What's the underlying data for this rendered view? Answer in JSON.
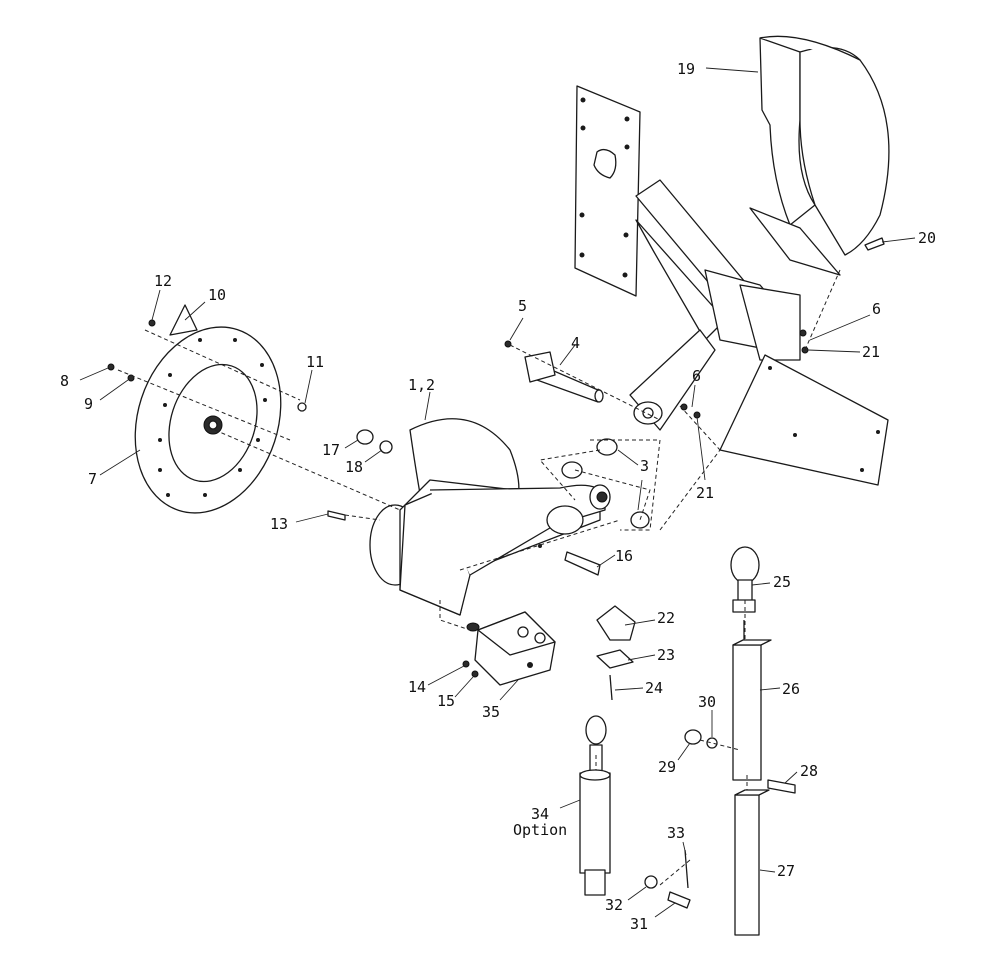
{
  "callouts": [
    {
      "id": "c1_2",
      "text": "1,2"
    },
    {
      "id": "c3",
      "text": "3"
    },
    {
      "id": "c4",
      "text": "4"
    },
    {
      "id": "c5",
      "text": "5"
    },
    {
      "id": "c6a",
      "text": "6"
    },
    {
      "id": "c6b",
      "text": "6"
    },
    {
      "id": "c7",
      "text": "7"
    },
    {
      "id": "c8",
      "text": "8"
    },
    {
      "id": "c9",
      "text": "9"
    },
    {
      "id": "c10",
      "text": "10"
    },
    {
      "id": "c11",
      "text": "11"
    },
    {
      "id": "c12",
      "text": "12"
    },
    {
      "id": "c13",
      "text": "13"
    },
    {
      "id": "c14",
      "text": "14"
    },
    {
      "id": "c15",
      "text": "15"
    },
    {
      "id": "c16",
      "text": "16"
    },
    {
      "id": "c17",
      "text": "17"
    },
    {
      "id": "c18",
      "text": "18"
    },
    {
      "id": "c19",
      "text": "19"
    },
    {
      "id": "c20",
      "text": "20"
    },
    {
      "id": "c21a",
      "text": "21"
    },
    {
      "id": "c21b",
      "text": "21"
    },
    {
      "id": "c22",
      "text": "22"
    },
    {
      "id": "c23",
      "text": "23"
    },
    {
      "id": "c24",
      "text": "24"
    },
    {
      "id": "c25",
      "text": "25"
    },
    {
      "id": "c26",
      "text": "26"
    },
    {
      "id": "c27",
      "text": "27"
    },
    {
      "id": "c28",
      "text": "28"
    },
    {
      "id": "c29",
      "text": "29"
    },
    {
      "id": "c30",
      "text": "30"
    },
    {
      "id": "c31",
      "text": "31"
    },
    {
      "id": "c32",
      "text": "32"
    },
    {
      "id": "c33",
      "text": "33"
    },
    {
      "id": "c34",
      "text": "34"
    },
    {
      "id": "c34_note",
      "text": "Option"
    },
    {
      "id": "c35",
      "text": "35"
    }
  ]
}
